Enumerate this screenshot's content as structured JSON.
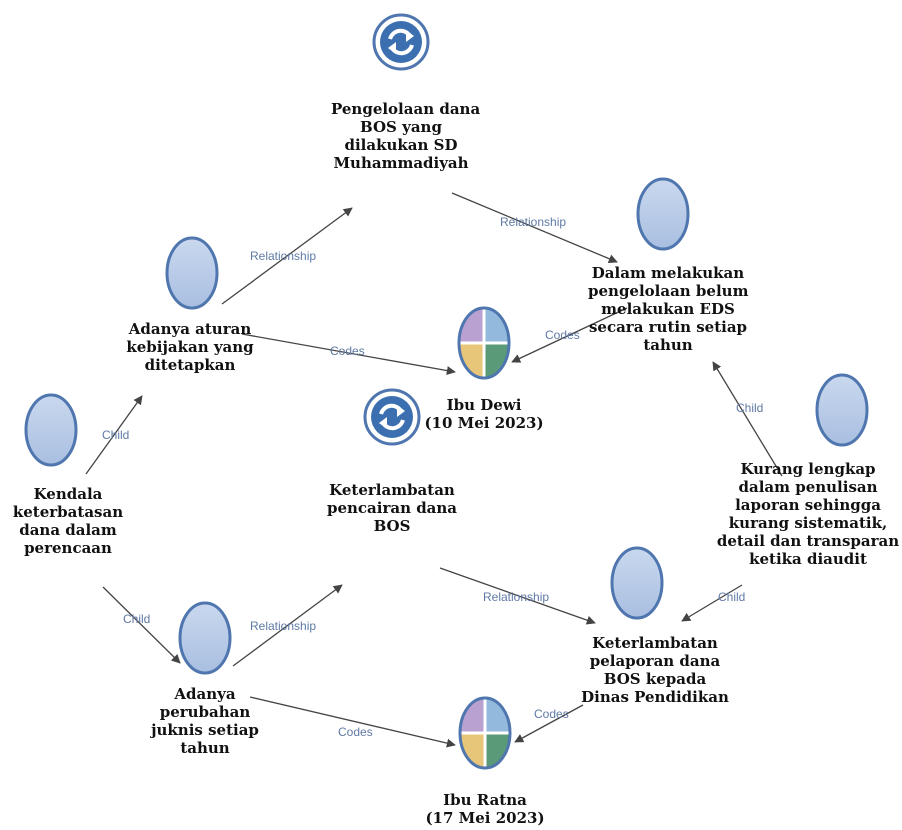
{
  "colors": {
    "node_fill": "#b4c8e6",
    "node_stroke": "#4f76ae",
    "arrow": "#444444",
    "edge_label": "#5f7aa5",
    "quad_purple": "#b9a2d1",
    "quad_blue": "#93b9dd",
    "quad_yellow": "#e7c67a",
    "quad_green": "#5b9a78"
  },
  "nodes": {
    "pengelolaan": {
      "icon": "refresh-icon",
      "lines": [
        "Pengelolaan dana",
        "BOS yang",
        "dilakukan SD",
        "Muhammadiyah"
      ]
    },
    "eds": {
      "icon": "circle-node",
      "lines": [
        "Dalam melakukan",
        "pengelolaan belum",
        "melakukan EDS",
        "secara rutin setiap",
        "tahun"
      ]
    },
    "aturan": {
      "icon": "circle-node",
      "lines": [
        "Adanya aturan",
        "kebijakan yang",
        "ditetapkan"
      ]
    },
    "dewi": {
      "icon": "case-quad-icon",
      "lines": [
        "Ibu Dewi",
        "(10 Mei 2023)"
      ]
    },
    "kendala": {
      "icon": "circle-node",
      "lines": [
        "Kendala",
        "keterbatasan",
        "dana dalam",
        "perencaan"
      ]
    },
    "keterlambatan_pencairan": {
      "icon": "refresh-icon",
      "lines": [
        "Keterlambatan",
        "pencairan dana",
        "BOS"
      ]
    },
    "kurang": {
      "icon": "circle-node",
      "lines": [
        "Kurang lengkap",
        "dalam penulisan",
        "laporan sehingga",
        "kurang sistematik,",
        "detail dan transparan",
        "ketika diaudit"
      ]
    },
    "perubahan": {
      "icon": "circle-node",
      "lines": [
        "Adanya",
        "perubahan",
        "juknis setiap",
        "tahun"
      ]
    },
    "keterlambatan_pelaporan": {
      "icon": "circle-node",
      "lines": [
        "Keterlambatan",
        "pelaporan dana",
        "BOS kepada",
        "Dinas Pendidikan"
      ]
    },
    "ratna": {
      "icon": "case-quad-icon",
      "lines": [
        "Ibu Ratna",
        "(17 Mei 2023)"
      ]
    }
  },
  "edges": [
    {
      "id": "aturan-pengelolaan",
      "label": "Relationship"
    },
    {
      "id": "pengelolaan-eds",
      "label": "Relationship"
    },
    {
      "id": "aturan-dewi",
      "label": "Codes"
    },
    {
      "id": "eds-dewi",
      "label": "Codes"
    },
    {
      "id": "kendala-aturan",
      "label": "Child"
    },
    {
      "id": "kurang-eds",
      "label": "Child"
    },
    {
      "id": "kendala-perubahan",
      "label": "Child"
    },
    {
      "id": "perubahan-pencairan",
      "label": "Relationship"
    },
    {
      "id": "pencairan-pelaporan",
      "label": "Relationship"
    },
    {
      "id": "kurang-pelaporan",
      "label": "Child"
    },
    {
      "id": "perubahan-ratna",
      "label": "Codes"
    },
    {
      "id": "pelaporan-ratna",
      "label": "Codes"
    }
  ]
}
